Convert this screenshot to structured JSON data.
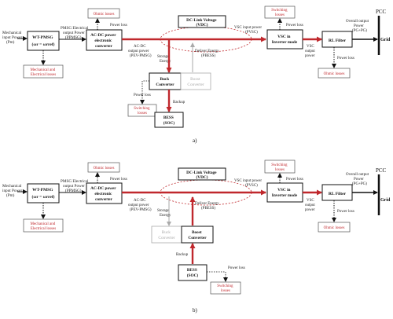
{
  "colors": {
    "accent_red": "#c0282d",
    "text": "#222222",
    "inactive_gray": "#aaaaaa"
  },
  "diagram_a": {
    "caption": "a)",
    "pcc": "PCC",
    "grid": "Grid",
    "mech_input": [
      "Mechanical",
      "input Power",
      "(Pm)"
    ],
    "wt_pmsg": [
      "WT-PMSG",
      "(ωr = ωrref)"
    ],
    "pmsg_out": [
      "PMSG Electrical",
      "output Power",
      "(PPMSG)"
    ],
    "acdc": [
      "AC-DC power",
      "electronic",
      "converter"
    ],
    "ohmic_top": "Ohmic losses",
    "power_loss_1": "Power loss",
    "dclink": [
      "DC-Link Voltage",
      "(VDC)"
    ],
    "acdc_out": [
      "AC-DC",
      "output power",
      "(PEV-PMSG)"
    ],
    "storage_energy": [
      "Storage",
      "Energy"
    ],
    "deliver_energy": [
      "Deliver Energy",
      "(PBESS)"
    ],
    "vsc_input": [
      "VSC input power",
      "(PVSC)"
    ],
    "power_loss_2": "Power loss",
    "switching_top": [
      "Switching",
      "losses"
    ],
    "vsc": [
      "VSC in",
      "Inverter mode"
    ],
    "vsc_out": [
      "VSC",
      "output",
      "power"
    ],
    "rl_filter": "RL Filter",
    "overall_out": [
      "Overall output",
      "Power",
      "(PG+PG)"
    ],
    "power_loss_3": "Power loss",
    "ohmic_right": "Ohmic losses",
    "mech_elec": [
      "Mechanical and",
      "Electrical losses"
    ],
    "buck": [
      "Buck",
      "Converter"
    ],
    "boost": [
      "Boost",
      "Converter"
    ],
    "power_loss_4": "Power loss",
    "switching_bottom": [
      "Switching",
      "losses"
    ],
    "backup": "Backup",
    "bess": [
      "BESS",
      "(SOC)"
    ]
  },
  "diagram_b": {
    "caption": "b)",
    "pcc": "PCC",
    "grid": "Grid",
    "mech_input": [
      "Mechanical",
      "input Power",
      "(Pm)"
    ],
    "wt_pmsg": [
      "WT-PMSG",
      "(ωr = ωrref)"
    ],
    "pmsg_out": [
      "PMSG Electrical",
      "output Power",
      "(PPMSG)"
    ],
    "acdc": [
      "AC-DC power",
      "electronic",
      "converter"
    ],
    "ohmic_top": "Ohmic losses",
    "power_loss_1": "Power loss",
    "dclink": [
      "DC-Link Voltage",
      "(VDC)"
    ],
    "acdc_out": [
      "AC-DC",
      "output power",
      "(PEV-PMSG)"
    ],
    "storage_energy": [
      "Storage",
      "Energy"
    ],
    "deliver_energy": [
      "Deliver Energy",
      "(PBESS)"
    ],
    "vsc_input": [
      "VSC input power",
      "(PVSC)"
    ],
    "power_loss_2": "Power loss",
    "switching_top": [
      "Switching",
      "losses"
    ],
    "vsc": [
      "VSC in",
      "Inverter mode"
    ],
    "vsc_out": [
      "VSC",
      "output",
      "power"
    ],
    "rl_filter": "RL Filter",
    "overall_out": [
      "Overall output",
      "Power",
      "(PG+PG)"
    ],
    "power_loss_3": "Power loss",
    "ohmic_right": "Ohmic losses",
    "mech_elec": [
      "Mechanical and",
      "Electrical losses"
    ],
    "buck": [
      "Buck",
      "Converter"
    ],
    "boost": [
      "Boost",
      "Converter"
    ],
    "power_loss_4": "Power loss",
    "switching_bottom": [
      "Switching",
      "losses"
    ],
    "backup": "Backup",
    "bess": [
      "BESS",
      "(SOC)"
    ]
  }
}
